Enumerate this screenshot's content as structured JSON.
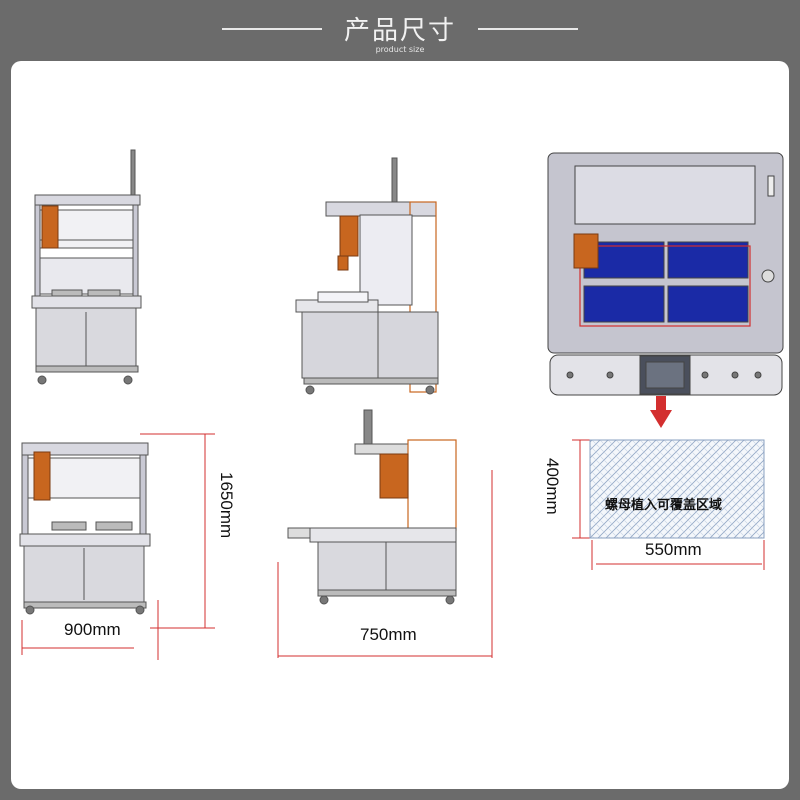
{
  "header": {
    "title": "产品尺寸",
    "subtitle": "product size"
  },
  "dimensions": {
    "height": "1650mm",
    "width": "900mm",
    "depth": "750mm",
    "region_height": "400mm",
    "region_width": "550mm"
  },
  "region_label": "螺母植入可覆盖区域",
  "colors": {
    "accent_red": "#d32f2f",
    "blue_plate": "#1a2aa6",
    "machine_orange": "#c8661f"
  }
}
